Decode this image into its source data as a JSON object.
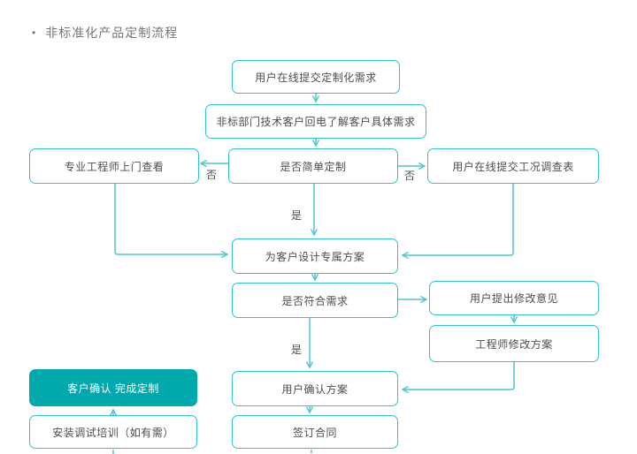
{
  "title": {
    "bullet": "•",
    "text": "非标准化产品定制流程"
  },
  "colors": {
    "node_border": "#2CC3CE",
    "connector_line": "#4FC4CF",
    "filled_node_bg": "#00A9AC",
    "filled_node_text": "#FFFFFF",
    "node_text": "#4D4D4D",
    "title_text": "#757575"
  },
  "nodes": {
    "submit_requirements": "用户在线提交定制化需求",
    "callback": "非标部门技术客户回电了解客户具体需求",
    "engineer_visit": "专业工程师上门查看",
    "simple_customization": "是否简单定制",
    "survey_form": "用户在线提交工况调查表",
    "design_plan": "为客户设计专属方案",
    "meets_needs": "是否符合需求",
    "feedback": "用户提出修改意见",
    "revise_plan": "工程师修改方案",
    "confirm_plan": "用户确认方案",
    "sign_contract": "签订合同",
    "complete": "客户确认 完成定制",
    "installation": "安装调试培训（如有需）"
  },
  "edge_labels": {
    "no_left": "否",
    "no_right": "否",
    "yes_mid": "是",
    "yes_bottom": "是"
  }
}
